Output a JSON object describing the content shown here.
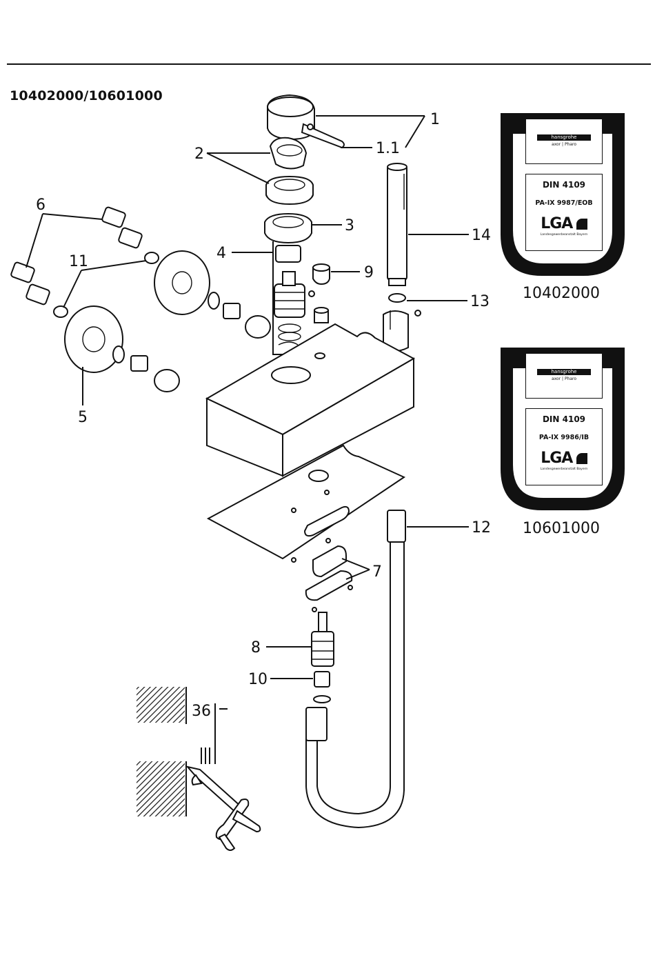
{
  "header": {
    "title": "10402000/10601000"
  },
  "callouts": {
    "c1": "1",
    "c1_1": "1.1",
    "c2": "2",
    "c3": "3",
    "c4": "4",
    "c5": "5",
    "c6": "6",
    "c7": "7",
    "c8": "8",
    "c9": "9",
    "c10": "10",
    "c11": "11",
    "c12": "12",
    "c13": "13",
    "c14": "14",
    "c36": "36"
  },
  "certificates": [
    {
      "brand": "hansgrohe",
      "sub": "axor | Pharo",
      "standard": "DIN 4109",
      "test_no": "PA-IX 9987/EOB",
      "logo": "LGA",
      "logo_sub": "Landesgewerbeanstalt Bayern",
      "code": "10402000"
    },
    {
      "brand": "hansgrohe",
      "sub": "axor | Pharo",
      "standard": "DIN 4109",
      "test_no": "PA-IX 9986/IB",
      "logo": "LGA",
      "logo_sub": "Landesgewerbeanstalt Bayern",
      "code": "10601000"
    }
  ]
}
